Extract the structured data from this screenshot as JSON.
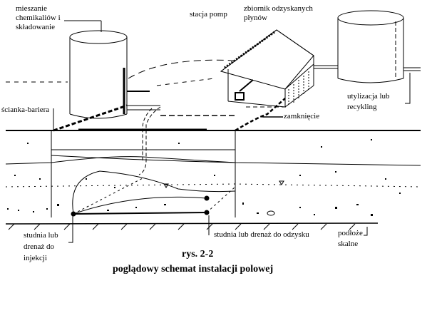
{
  "labels": {
    "mixing": [
      "mieszanie",
      "chemikaliów i",
      "składowanie"
    ],
    "pump_station": "stacja pomp",
    "recovered_tank": [
      "zbiornik odzyskanych",
      "płynów"
    ],
    "disposal": [
      "utylizacja lub",
      "recykling"
    ],
    "barrier_wall": "ścianka-bariera",
    "closure": "zamknięcie",
    "injection_well": [
      "studnia lub",
      "drenaż do",
      "injekcji"
    ],
    "recovery_well": "studnia lub drenaż do odzysku",
    "bedrock": [
      "podłoże",
      "skalne"
    ]
  },
  "caption": {
    "number": "rys. 2-2",
    "title": "poglądowy schemat instalacji polowej"
  }
}
